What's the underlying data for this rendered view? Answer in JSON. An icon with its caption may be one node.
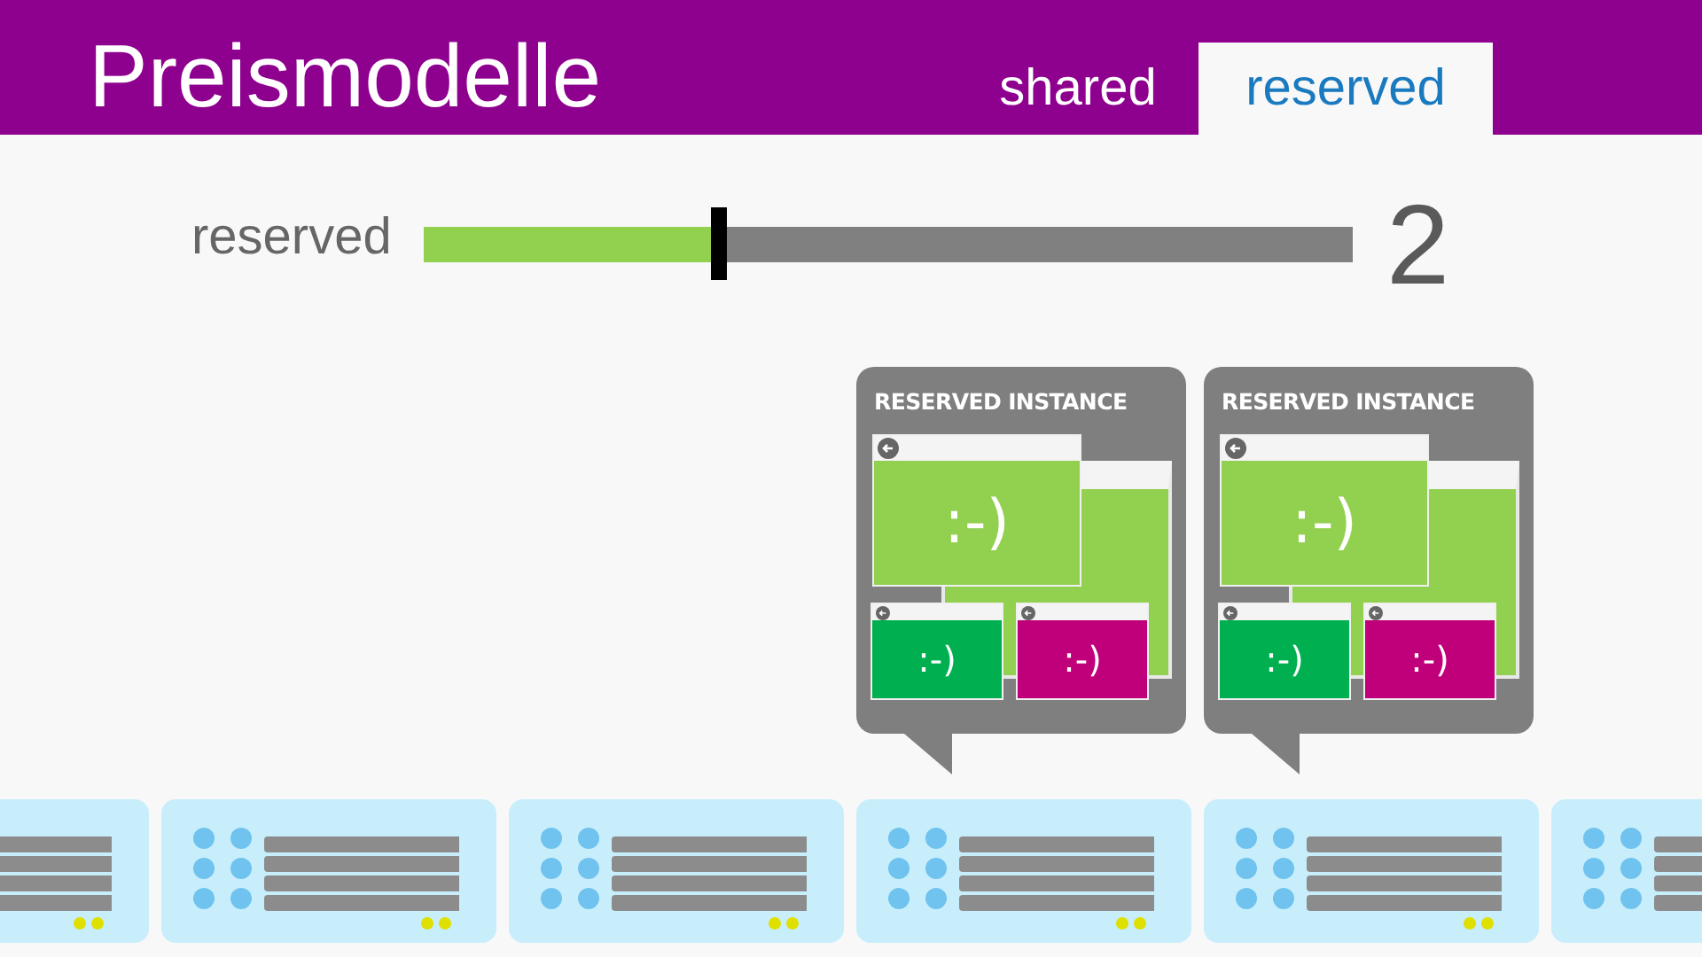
{
  "diagram": {
    "title": "Preismodelle",
    "nodes": [
      {
        "text": [
          "RESERVED INSTANCE"
        ]
      },
      {
        "text": [
          ":-)"
        ],
        "in": 0
      },
      {
        "text": [
          ":-)"
        ],
        "in": 0
      },
      {
        "text": [
          ":-)"
        ],
        "in": 0
      },
      {
        "text": [
          "RESERVED INSTANCE"
        ]
      },
      {
        "text": [
          ":-)"
        ],
        "in": 4
      },
      {
        "text": [
          ":-)"
        ],
        "in": 4
      },
      {
        "text": [
          ":-)"
        ],
        "in": 4
      },
      {
        "text": [],
        "shape": "box"
      },
      {
        "text": [],
        "shape": "box"
      },
      {
        "text": [],
        "shape": "box"
      },
      {
        "text": [],
        "shape": "box"
      },
      {
        "text": [],
        "shape": "box"
      },
      {
        "text": [],
        "shape": "box"
      }
    ],
    "labels": [
      "shared",
      "reserved",
      "reserved",
      "2"
    ]
  }
}
